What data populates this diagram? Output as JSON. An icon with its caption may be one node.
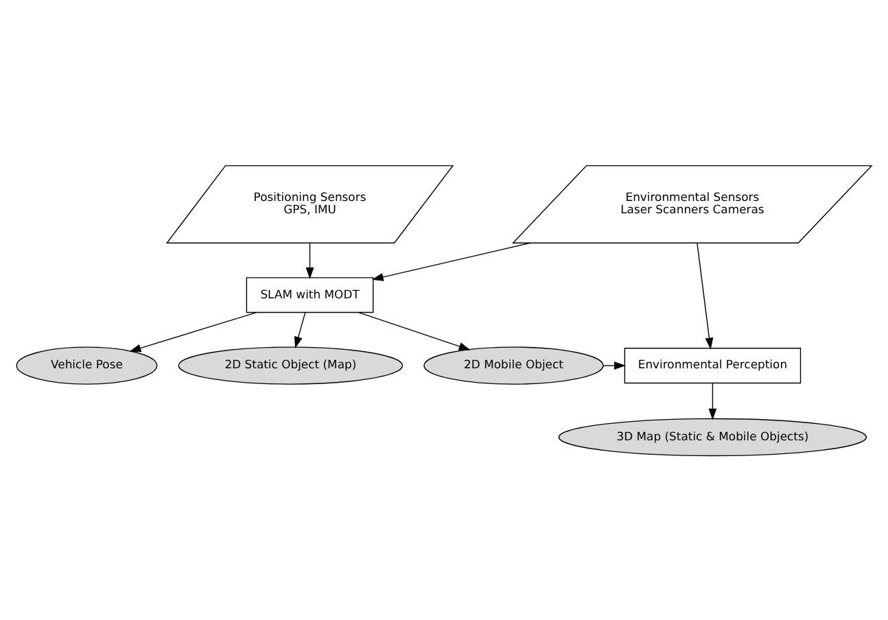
{
  "diagram": {
    "nodes": [
      {
        "text": [
          "Positioning Sensors",
          "GPS, IMU"
        ]
      },
      {
        "text": [
          "SLAM with MODT"
        ]
      },
      {
        "text": [
          "Environmental Sensors",
          "Laser Scanners Cameras"
        ]
      },
      {
        "text": [
          "Vehicle Pose"
        ]
      },
      {
        "text": [
          "2D Static Object (Map)"
        ]
      },
      {
        "text": [
          "2D Mobile Object"
        ]
      },
      {
        "text": [
          "Environmental Perception"
        ]
      },
      {
        "text": [
          "3D Map (Static & Mobile Objects)"
        ]
      }
    ],
    "edges": [
      {
        "from": 0,
        "to": 1,
        "arrow": "to"
      },
      {
        "from": 2,
        "to": 1,
        "arrow": "to"
      },
      {
        "from": 1,
        "to": 3,
        "arrow": "to"
      },
      {
        "from": 1,
        "to": 4,
        "arrow": "to"
      },
      {
        "from": 1,
        "to": 5,
        "arrow": "to"
      },
      {
        "from": 2,
        "to": 6,
        "arrow": "to"
      },
      {
        "from": 5,
        "to": 6,
        "arrow": "to"
      },
      {
        "from": 6,
        "to": 7,
        "arrow": "to"
      }
    ]
  }
}
